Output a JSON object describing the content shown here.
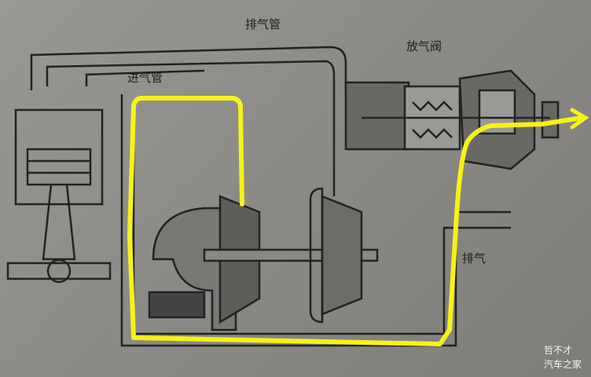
{
  "labels": {
    "exhaust_pipe": "排气管",
    "blow_off_valve": "放气阀",
    "intake_pipe": "进气管",
    "exhaust": "排气"
  },
  "watermark": {
    "line1": "哲不才",
    "line2": "汽车之家"
  },
  "colors": {
    "highlight": "#f5f21a",
    "ink": "#222222",
    "paper": "#8f8d8a"
  }
}
